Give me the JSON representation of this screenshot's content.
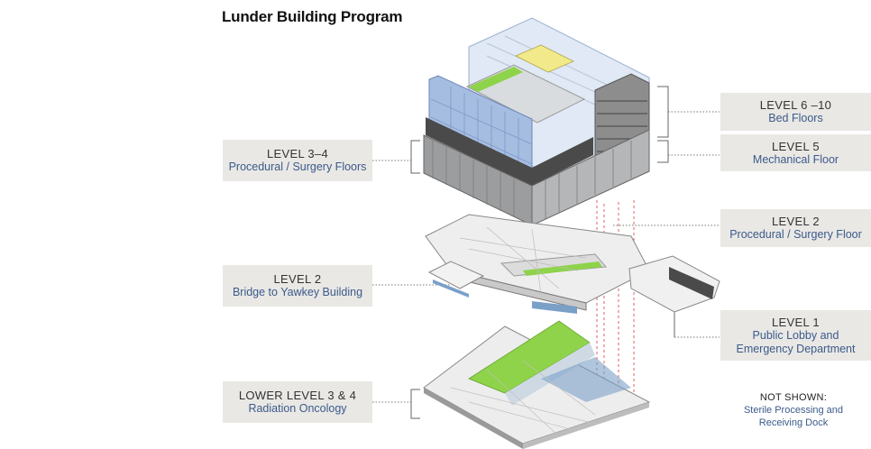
{
  "title": "Lunder Building Program",
  "labels": {
    "level_6_10": {
      "level": "LEVEL 6 –10",
      "desc": "Bed Floors"
    },
    "level_5": {
      "level": "LEVEL 5",
      "desc": "Mechanical Floor"
    },
    "level_3_4": {
      "level": "LEVEL 3–4",
      "desc": "Procedural / Surgery Floors"
    },
    "level_2_surgery": {
      "level": "LEVEL 2",
      "desc": "Procedural / Surgery Floor"
    },
    "level_2_bridge": {
      "level": "LEVEL 2",
      "desc": "Bridge to Yawkey Building"
    },
    "level_1": {
      "level": "LEVEL 1",
      "desc_line1": "Public Lobby and",
      "desc_line2": "Emergency Department"
    },
    "lower_level": {
      "level": "LOWER LEVEL 3 & 4",
      "desc": "Radiation Oncology"
    }
  },
  "note": {
    "heading": "NOT SHOWN:",
    "line1": "Sterile Processing and",
    "line2": "Receiving Dock"
  },
  "colors": {
    "label_bg": "#e9e8e5",
    "desc_text": "#3c5a8a",
    "glass_blue": "#9fb8e0",
    "green_accent": "#8ed34a",
    "facade_dark": "#4a4a4a",
    "dashed_red": "#e06060"
  }
}
